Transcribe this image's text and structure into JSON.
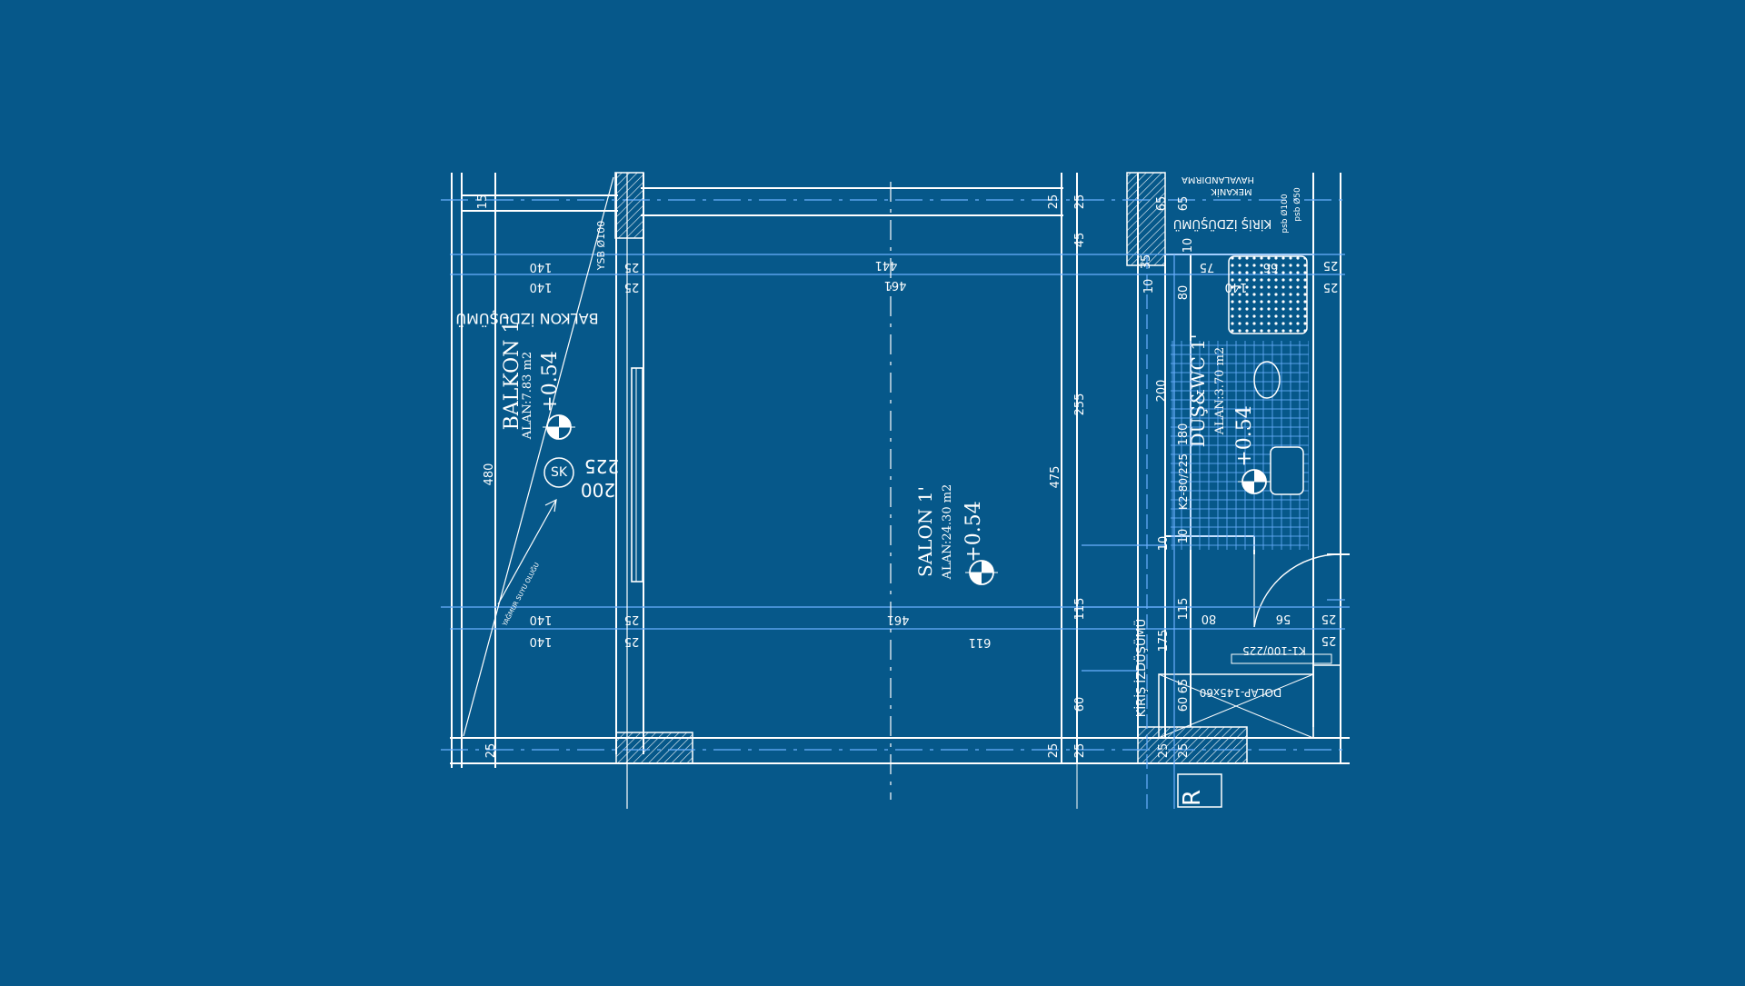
{
  "colors": {
    "background": "#06588a",
    "line": "#ffffff",
    "accent": "#6ab0ff"
  },
  "rooms": {
    "balkon": {
      "name": "BALKON 1'",
      "area": "ALAN:7.83 m2",
      "level": "+0.54"
    },
    "salon": {
      "name": "SALON 1'",
      "area": "ALAN:24.30 m2",
      "level": "+0.54"
    },
    "wc": {
      "name": "DUŞ&WC 1'",
      "area": "ALAN:3.70 m2",
      "level": "+0.54"
    }
  },
  "labels": {
    "balkon_projection": "BALKON İZDÜŞÜMÜ",
    "beam_projection_left": "KİRİŞ İZDÜŞÜMÜ",
    "beam_projection_top": "KİRİŞ İZDÜŞÜMÜ",
    "ysb": "YSB Ø100",
    "ventilation": "HAVALANDIRMA",
    "mechanical": "MEKANİK",
    "pipe1": "psb Ø100",
    "pipe2": "psb Ø50",
    "rain_drain": "YAĞMUR SUYU OLUĞU",
    "sk": "SK",
    "window_top": "225",
    "window_bottom": "200",
    "door_k2": "K2-80/225",
    "door_k1": "K1-100/225",
    "wardrobe": "DOLAP-145x60",
    "tag_r": "R"
  },
  "dims": {
    "d15": "15",
    "d25": "25",
    "d140": "140",
    "d461": "461",
    "d441": "441",
    "d611": "611",
    "d480": "480",
    "d475": "475",
    "d255": "255",
    "d115": "115",
    "d60": "60",
    "d45": "45",
    "d65": "65",
    "d10": "10",
    "d80": "80",
    "d75": "75",
    "d56": "56",
    "d200": "200",
    "d180": "180",
    "d175": "175",
    "d35": "35",
    "d66": "66"
  }
}
